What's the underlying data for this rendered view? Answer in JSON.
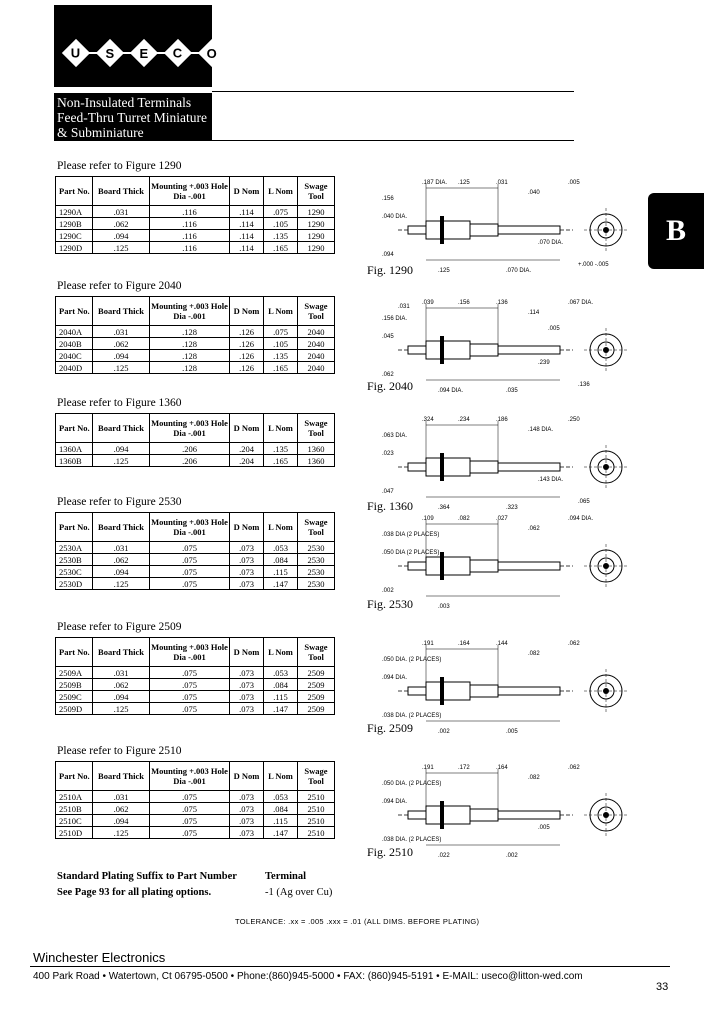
{
  "logo": {
    "letters": [
      "U",
      "S",
      "E",
      "C",
      "O"
    ]
  },
  "title": [
    "Non-Insulated Terminals",
    "Feed-Thru Turret Miniature",
    "& Subminiature"
  ],
  "tab_letter": "B",
  "columns": [
    "Part No.",
    "Board Thick",
    "Mounting +.003 Hole Dia -.001",
    "D Nom",
    "L Nom",
    "Swage Tool"
  ],
  "sections": [
    {
      "ref": "Please refer to Figure 1290",
      "fig": "Fig. 1290",
      "header": [
        "Part No.",
        "Board Thick",
        "Mounting +.003 Hole Dia -.001",
        "D Nom",
        "L Nom",
        "Swage Tool"
      ],
      "rows": [
        [
          "1290A",
          ".031",
          ".116",
          ".114",
          ".075",
          "1290"
        ],
        [
          "1290B",
          ".062",
          ".116",
          ".114",
          ".105",
          "1290"
        ],
        [
          "1290C",
          ".094",
          ".116",
          ".114",
          ".135",
          "1290"
        ],
        [
          "1290D",
          ".125",
          ".116",
          ".114",
          ".165",
          "1290"
        ]
      ],
      "dims": [
        ".156",
        ".187 DIA.",
        ".125",
        ".031",
        ".040",
        ".005",
        ".040 DIA.",
        ".094",
        ".125",
        ".070 DIA.",
        ".070 DIA.",
        "+.000 -.005"
      ]
    },
    {
      "ref": "Please refer to Figure 2040",
      "fig": "Fig. 2040",
      "header": [
        "Part No.",
        "Board Thick",
        "Mounting +.003 Hole Dia -.001",
        "D Nom",
        "L Nom",
        "Swage Tool"
      ],
      "rows": [
        [
          "2040A",
          ".031",
          ".128",
          ".126",
          ".075",
          "2040"
        ],
        [
          "2040B",
          ".062",
          ".128",
          ".126",
          ".105",
          "2040"
        ],
        [
          "2040C",
          ".094",
          ".128",
          ".126",
          ".135",
          "2040"
        ],
        [
          "2040D",
          ".125",
          ".128",
          ".126",
          ".165",
          "2040"
        ]
      ],
      "dims": [
        ".156 DIA.",
        ".039",
        ".156",
        ".136",
        ".114",
        ".067 DIA.",
        ".045",
        ".062",
        ".094 DIA.",
        ".035",
        ".239",
        ".136",
        ".031",
        ".005"
      ]
    },
    {
      "ref": "Please refer to Figure 1360",
      "fig": "Fig. 1360",
      "header": [
        "Part No.",
        "Board Thick",
        "Mounting +.003 Hole Dia -.001",
        "D Nom",
        "L Nom",
        "Swage Tool"
      ],
      "rows": [
        [
          "1360A",
          ".094",
          ".206",
          ".204",
          ".135",
          "1360"
        ],
        [
          "1360B",
          ".125",
          ".206",
          ".204",
          ".165",
          "1360"
        ]
      ],
      "dims": [
        ".063 DIA.",
        ".324",
        ".234",
        ".186",
        ".148 DIA.",
        ".250",
        ".023",
        ".047",
        ".364",
        ".323",
        ".143 DIA.",
        ".065"
      ]
    },
    {
      "ref": "Please refer to Figure 2530",
      "fig": "Fig. 2530",
      "header": [
        "Part No.",
        "Board Thick",
        "Mounting +.003 Hole Dia -.001",
        "D Nom",
        "L Nom",
        "Swage Tool"
      ],
      "rows": [
        [
          "2530A",
          ".031",
          ".075",
          ".073",
          ".053",
          "2530"
        ],
        [
          "2530B",
          ".062",
          ".075",
          ".073",
          ".084",
          "2530"
        ],
        [
          "2530C",
          ".094",
          ".075",
          ".073",
          ".115",
          "2530"
        ],
        [
          "2530D",
          ".125",
          ".075",
          ".073",
          ".147",
          "2530"
        ]
      ],
      "dims": [
        ".038 DIA (2 PLACES)",
        ".109",
        ".082",
        ".027",
        ".062",
        ".094 DIA.",
        ".050 DIA (2 PLACES)",
        ".002",
        ".003"
      ]
    },
    {
      "ref": "Please refer to Figure 2509",
      "fig": "Fig. 2509",
      "header": [
        "Part No.",
        "Board Thick",
        "Mounting +.003 Hole Dia -.001",
        "D Nom",
        "L Nom",
        "Swage Tool"
      ],
      "rows": [
        [
          "2509A",
          ".031",
          ".075",
          ".073",
          ".053",
          "2509"
        ],
        [
          "2509B",
          ".062",
          ".075",
          ".073",
          ".084",
          "2509"
        ],
        [
          "2509C",
          ".094",
          ".075",
          ".073",
          ".115",
          "2509"
        ],
        [
          "2509D",
          ".125",
          ".075",
          ".073",
          ".147",
          "2509"
        ]
      ],
      "dims": [
        ".050 DIA. (2 PLACES)",
        ".191",
        ".164",
        ".144",
        ".082",
        ".062",
        ".094 DIA.",
        ".038 DIA. (2 PLACES)",
        ".002",
        ".005"
      ]
    },
    {
      "ref": "Please refer to Figure 2510",
      "fig": "Fig. 2510",
      "header": [
        "Part No.",
        "Board Thick",
        "Mounting +.003 Hole Dia -.001",
        "D Nom",
        "L Nom",
        "Swage Tool"
      ],
      "rows": [
        [
          "2510A",
          ".031",
          ".075",
          ".073",
          ".053",
          "2510"
        ],
        [
          "2510B",
          ".062",
          ".075",
          ".073",
          ".084",
          "2510"
        ],
        [
          "2510C",
          ".094",
          ".075",
          ".073",
          ".115",
          "2510"
        ],
        [
          "2510D",
          ".125",
          ".075",
          ".073",
          ".147",
          "2510"
        ]
      ],
      "dims": [
        ".050 DIA. (2 PLACES)",
        ".191",
        ".172",
        ".164",
        ".082",
        ".062",
        ".094 DIA.",
        ".038 DIA. (2 PLACES)",
        ".022",
        ".002",
        ".005"
      ]
    }
  ],
  "plating": {
    "left1": "Standard Plating Suffix to Part Number",
    "left2": "See Page 93 for all plating options.",
    "right1": "Terminal",
    "right2": "-1 (Ag over Cu)"
  },
  "tolerance": "TOLERANCE: .xx = .005 .xxx = .01     (ALL DIMS. BEFORE PLATING)",
  "company": "Winchester Electronics",
  "address": "400 Park Road • Watertown, Ct 06795-0500 • Phone:(860)945-5000 • FAX: (860)945-5191 • E-MAIL: useco@litton-wed.com",
  "page_number": "33"
}
